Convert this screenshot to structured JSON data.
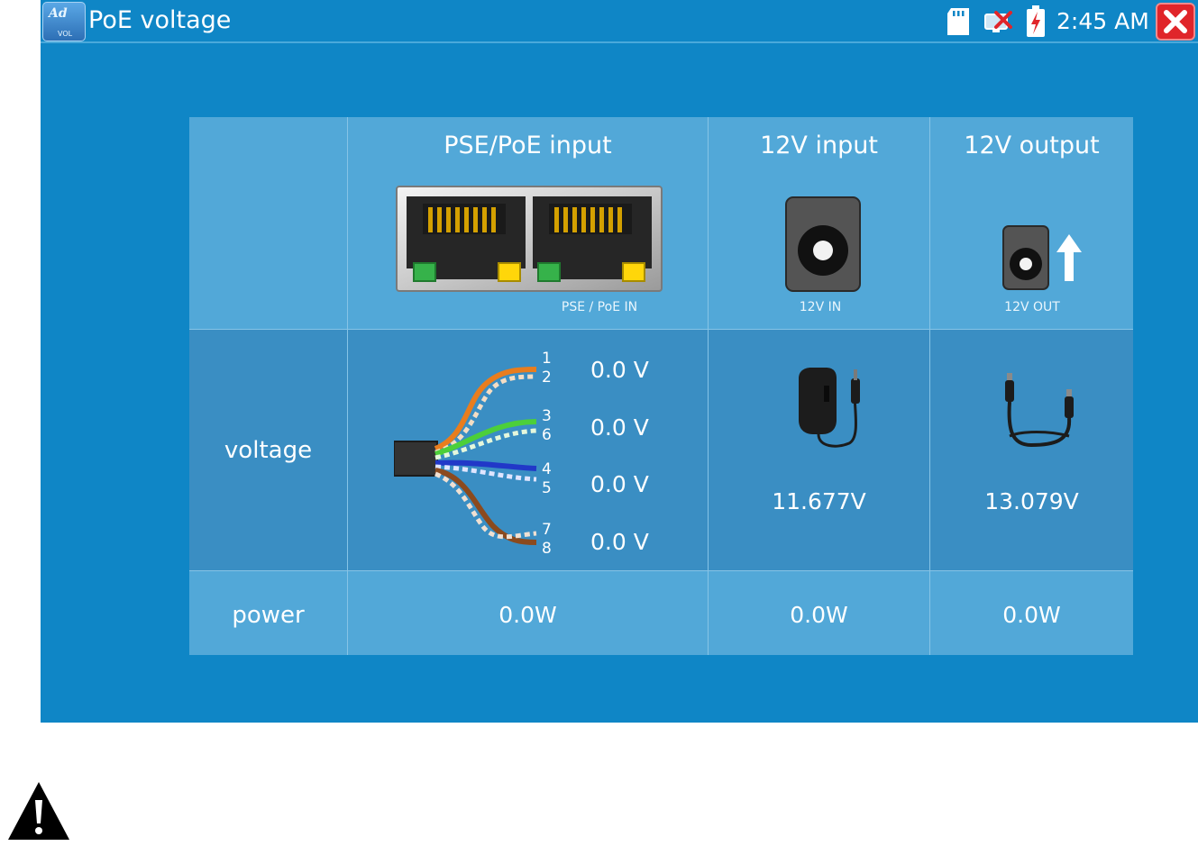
{
  "title_bar": {
    "app_icon_text": "Ad",
    "app_icon_sub": "VOL",
    "title": "PoE voltage",
    "clock": "2:45 AM"
  },
  "icons": {
    "app": "poe-app-icon",
    "sd": "sd-card-icon",
    "network": "network-disconnected-icon",
    "battery": "battery-charging-icon",
    "close": "close-icon",
    "rj45": "rj45-dual-port-icon",
    "dc_in": "dc-jack-icon",
    "dc_out": "dc-jack-output-icon",
    "up": "arrow-up-icon",
    "cable": "twisted-pair-cable-icon",
    "adapter": "power-adapter-icon",
    "dc_cable": "dc-cable-icon",
    "warning": "warning-icon"
  },
  "table": {
    "headers": {
      "pse": "PSE/PoE input",
      "in12": "12V input",
      "out12": "12V output"
    },
    "port_labels": {
      "pse": "PSE / PoE IN",
      "in12": "12V IN",
      "out12": "12V OUT"
    },
    "voltage": {
      "label": "voltage",
      "pins": [
        {
          "top": "1",
          "bottom": "2",
          "value": "0.0 V"
        },
        {
          "top": "3",
          "bottom": "6",
          "value": "0.0 V"
        },
        {
          "top": "4",
          "bottom": "5",
          "value": "0.0 V"
        },
        {
          "top": "7",
          "bottom": "8",
          "value": "0.0 V"
        }
      ],
      "in12": "11.677V",
      "out12": "13.079V"
    },
    "power": {
      "label": "power",
      "pse": "0.0W",
      "in12": "0.0W",
      "out12": "0.0W"
    }
  },
  "colors": {
    "background": "#0f86c6",
    "cell_light": "#52a8d8",
    "cell_dark": "#3a8ec3",
    "close_red": "#e0252a"
  }
}
